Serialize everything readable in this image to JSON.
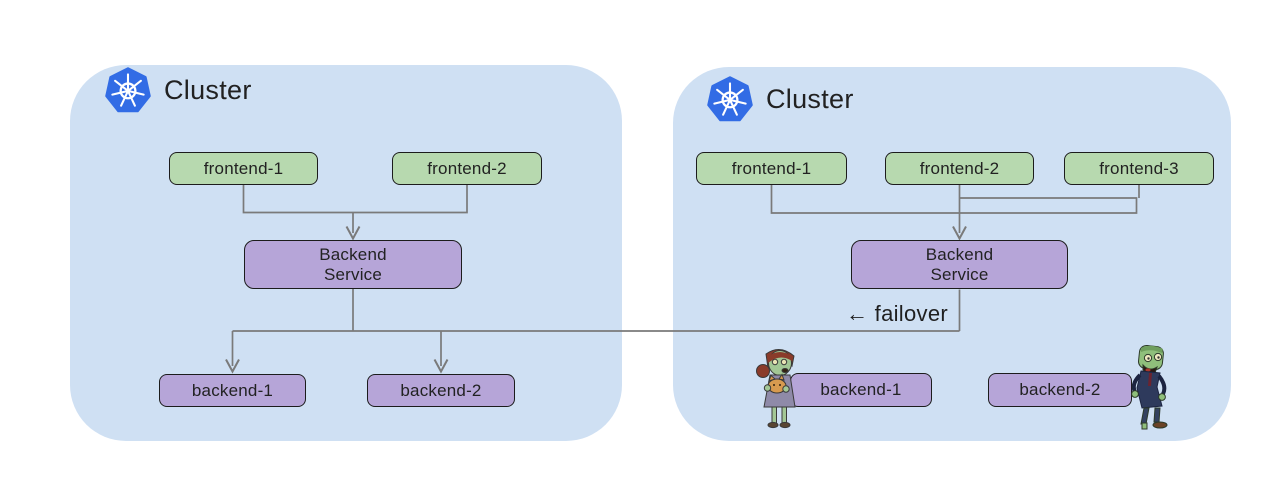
{
  "colors": {
    "page_bg": "#ffffff",
    "cluster_bg": "#cfe0f3",
    "frontend_fill": "#b7d9af",
    "backend_fill": "#b6a5d8",
    "node_border": "#1c1c1c",
    "connector": "#7a7a7a",
    "kubernetes_blue": "#326ce5",
    "text": "#212121"
  },
  "clusters": [
    {
      "title": "Cluster",
      "logo_icon": "kubernetes-icon",
      "frontends": [
        {
          "label": "frontend-1"
        },
        {
          "label": "frontend-2"
        }
      ],
      "service": {
        "label_line1": "Backend",
        "label_line2": "Service"
      },
      "backends": [
        {
          "label": "backend-1"
        },
        {
          "label": "backend-2"
        }
      ]
    },
    {
      "title": "Cluster",
      "logo_icon": "kubernetes-icon",
      "frontends": [
        {
          "label": "frontend-1"
        },
        {
          "label": "frontend-2"
        },
        {
          "label": "frontend-3"
        }
      ],
      "service": {
        "label_line1": "Backend",
        "label_line2": "Service"
      },
      "backends": [
        {
          "label": "backend-1"
        },
        {
          "label": "backend-2"
        }
      ],
      "failover_label": "← failover",
      "zombie_icons": [
        "zombie-woman-with-cat-icon",
        "zombie-man-icon"
      ]
    }
  ]
}
